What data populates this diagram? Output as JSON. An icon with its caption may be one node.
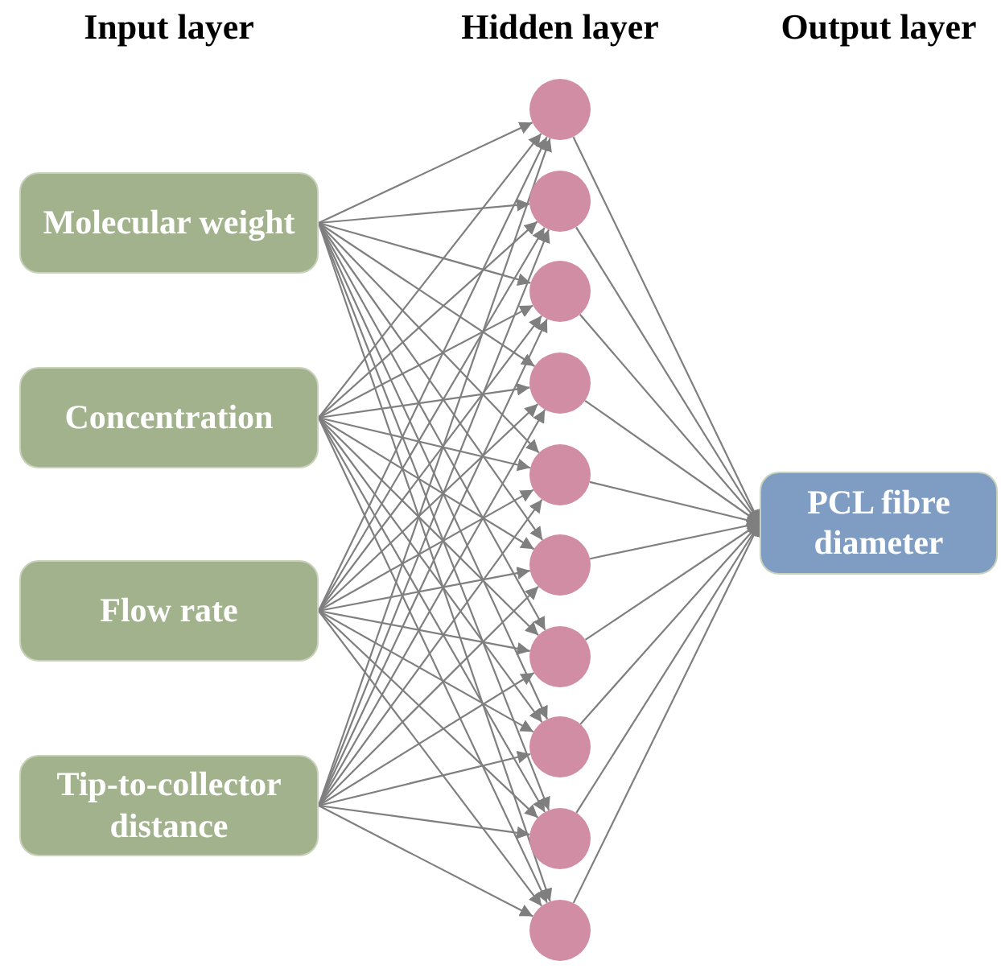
{
  "diagram": {
    "nodes": [
      {
        "text": [
          "Molecular weight"
        ]
      },
      {
        "text": [
          "Concentration"
        ]
      },
      {
        "text": [
          "Flow rate"
        ]
      },
      {
        "text": [
          "Tip-to-collector distance"
        ]
      },
      {
        "text": [],
        "shape": "circle"
      },
      {
        "text": [],
        "shape": "circle"
      },
      {
        "text": [],
        "shape": "circle"
      },
      {
        "text": [],
        "shape": "circle"
      },
      {
        "text": [],
        "shape": "circle"
      },
      {
        "text": [],
        "shape": "circle"
      },
      {
        "text": [],
        "shape": "circle"
      },
      {
        "text": [],
        "shape": "circle"
      },
      {
        "text": [],
        "shape": "circle"
      },
      {
        "text": [],
        "shape": "circle"
      },
      {
        "text": [
          "PCL fibre diameter"
        ]
      }
    ],
    "edges": [
      {
        "from": 0,
        "to": 4,
        "arrow": "to"
      },
      {
        "from": 0,
        "to": 5,
        "arrow": "to"
      },
      {
        "from": 0,
        "to": 6,
        "arrow": "to"
      },
      {
        "from": 0,
        "to": 7,
        "arrow": "to"
      },
      {
        "from": 0,
        "to": 8,
        "arrow": "to"
      },
      {
        "from": 0,
        "to": 9,
        "arrow": "to"
      },
      {
        "from": 0,
        "to": 10,
        "arrow": "to"
      },
      {
        "from": 0,
        "to": 11,
        "arrow": "to"
      },
      {
        "from": 0,
        "to": 12,
        "arrow": "to"
      },
      {
        "from": 0,
        "to": 13,
        "arrow": "to"
      },
      {
        "from": 1,
        "to": 4,
        "arrow": "to"
      },
      {
        "from": 1,
        "to": 5,
        "arrow": "to"
      },
      {
        "from": 1,
        "to": 6,
        "arrow": "to"
      },
      {
        "from": 1,
        "to": 7,
        "arrow": "to"
      },
      {
        "from": 1,
        "to": 8,
        "arrow": "to"
      },
      {
        "from": 1,
        "to": 9,
        "arrow": "to"
      },
      {
        "from": 1,
        "to": 10,
        "arrow": "to"
      },
      {
        "from": 1,
        "to": 11,
        "arrow": "to"
      },
      {
        "from": 1,
        "to": 12,
        "arrow": "to"
      },
      {
        "from": 1,
        "to": 13,
        "arrow": "to"
      },
      {
        "from": 2,
        "to": 4,
        "arrow": "to"
      },
      {
        "from": 2,
        "to": 5,
        "arrow": "to"
      },
      {
        "from": 2,
        "to": 6,
        "arrow": "to"
      },
      {
        "from": 2,
        "to": 7,
        "arrow": "to"
      },
      {
        "from": 2,
        "to": 8,
        "arrow": "to"
      },
      {
        "from": 2,
        "to": 9,
        "arrow": "to"
      },
      {
        "from": 2,
        "to": 10,
        "arrow": "to"
      },
      {
        "from": 2,
        "to": 11,
        "arrow": "to"
      },
      {
        "from": 2,
        "to": 12,
        "arrow": "to"
      },
      {
        "from": 2,
        "to": 13,
        "arrow": "to"
      },
      {
        "from": 3,
        "to": 4,
        "arrow": "to"
      },
      {
        "from": 3,
        "to": 5,
        "arrow": "to"
      },
      {
        "from": 3,
        "to": 6,
        "arrow": "to"
      },
      {
        "from": 3,
        "to": 7,
        "arrow": "to"
      },
      {
        "from": 3,
        "to": 8,
        "arrow": "to"
      },
      {
        "from": 3,
        "to": 9,
        "arrow": "to"
      },
      {
        "from": 3,
        "to": 10,
        "arrow": "to"
      },
      {
        "from": 3,
        "to": 11,
        "arrow": "to"
      },
      {
        "from": 3,
        "to": 12,
        "arrow": "to"
      },
      {
        "from": 3,
        "to": 13,
        "arrow": "to"
      },
      {
        "from": 4,
        "to": 14,
        "arrow": "to"
      },
      {
        "from": 5,
        "to": 14,
        "arrow": "to"
      },
      {
        "from": 6,
        "to": 14,
        "arrow": "to"
      },
      {
        "from": 7,
        "to": 14,
        "arrow": "to"
      },
      {
        "from": 8,
        "to": 14,
        "arrow": "to"
      },
      {
        "from": 9,
        "to": 14,
        "arrow": "to"
      },
      {
        "from": 10,
        "to": 14,
        "arrow": "to"
      },
      {
        "from": 11,
        "to": 14,
        "arrow": "to"
      },
      {
        "from": 12,
        "to": 14,
        "arrow": "to"
      },
      {
        "from": 13,
        "to": 14,
        "arrow": "to"
      }
    ],
    "labels": [
      "Input layer",
      "Hidden layer",
      "Output layer"
    ]
  }
}
